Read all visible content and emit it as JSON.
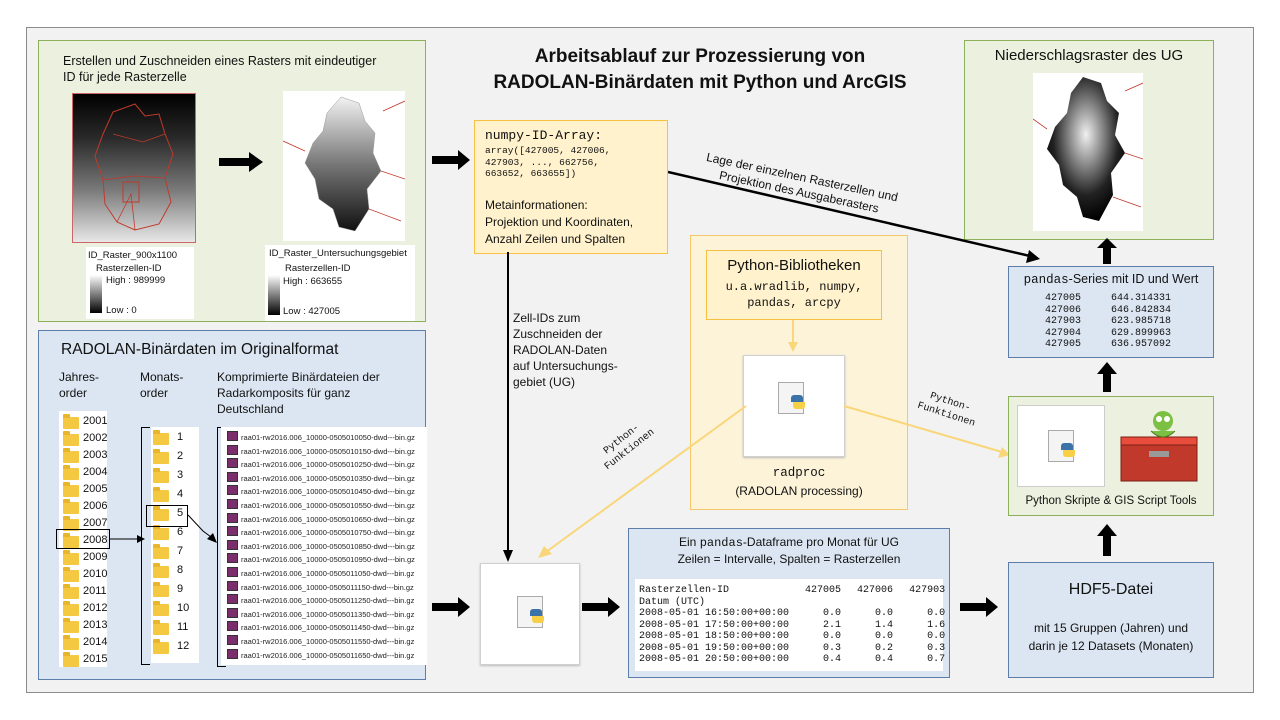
{
  "main_title": {
    "line1": "Arbeitsablauf zur Prozessierung von",
    "line2": "RADOLAN-Binärdaten mit Python und ArcGIS"
  },
  "raster_box": {
    "title_line1": "Erstellen und Zuschneiden eines Rasters mit eindeutiger",
    "title_line2": "ID für jede Rasterzelle",
    "legend1": {
      "name": "ID_Raster_900x1100",
      "field": "Rasterzellen-ID",
      "high": "High : 989999",
      "low": "Low : 0"
    },
    "legend2": {
      "name": "ID_Raster_Untersuchungsgebiet",
      "field": "Rasterzellen-ID",
      "high": "High : 663655",
      "low": "Low : 427005"
    }
  },
  "numpy_box": {
    "title": "numpy-ID-Array:",
    "code_lines": [
      "array([427005, 427006,",
      "427903, ..., 662756,",
      "663652, 663655])"
    ],
    "meta_lines": [
      "Metainformationen:",
      "Projektion und Koordinaten,",
      "Anzahl Zeilen und Spalten"
    ]
  },
  "niederschlag_box": {
    "title": "Niederschlagsraster des UG"
  },
  "lage_label": {
    "line1": "Lage der einzelnen Rasterzellen und",
    "line2": "Projektion des Ausgaberasters"
  },
  "series_box": {
    "title_code": "pandas",
    "title_rest": "-Series mit ID und Wert",
    "rows": [
      {
        "id": "427005",
        "value": "644.314331"
      },
      {
        "id": "427006",
        "value": "646.842834"
      },
      {
        "id": "427903",
        "value": "623.985718"
      },
      {
        "id": "427904",
        "value": "629.899963"
      },
      {
        "id": "427905",
        "value": "636.957092"
      }
    ]
  },
  "original_box": {
    "title": "RADOLAN-Binärdaten im Originalformat",
    "col1_header": [
      "Jahres-",
      "order"
    ],
    "col2_header": [
      "Monats-",
      "order"
    ],
    "col3_header": [
      "Komprimierte Binärdateien der",
      "Radarkomposits für ganz",
      "Deutschland"
    ],
    "years": [
      "2001",
      "2002",
      "2003",
      "2004",
      "2005",
      "2006",
      "2007",
      "2008",
      "2009",
      "2010",
      "2011",
      "2012",
      "2013",
      "2014",
      "2015"
    ],
    "months": [
      "1",
      "2",
      "3",
      "4",
      "5",
      "6",
      "7",
      "8",
      "9",
      "10",
      "11",
      "12"
    ],
    "files": [
      "raa01-rw2016.006_10000-0505010050-dwd---bin.gz",
      "raa01-rw2016.006_10000-0505010150-dwd---bin.gz",
      "raa01-rw2016.006_10000-0505010250-dwd---bin.gz",
      "raa01-rw2016.006_10000-0505010350-dwd---bin.gz",
      "raa01-rw2016.006_10000-0505010450-dwd---bin.gz",
      "raa01-rw2016.006_10000-0505010550-dwd---bin.gz",
      "raa01-rw2016.006_10000-0505010650-dwd---bin.gz",
      "raa01-rw2016.006_10000-0505010750-dwd---bin.gz",
      "raa01-rw2016.006_10000-0505010850-dwd---bin.gz",
      "raa01-rw2016.006_10000-0505010950-dwd---bin.gz",
      "raa01-rw2016.006_10000-0505011050-dwd---bin.gz",
      "raa01-rw2016.006_10000-0505011150-dwd---bin.gz",
      "raa01-rw2016.006_10000-0505011250-dwd---bin.gz",
      "raa01-rw2016.006_10000-0505011350-dwd---bin.gz",
      "raa01-rw2016.006_10000-0505011450-dwd---bin.gz",
      "raa01-rw2016.006_10000-0505011550-dwd---bin.gz",
      "raa01-rw2016.006_10000-0505011650-dwd---bin.gz"
    ]
  },
  "zell_label": [
    "Zell-IDs zum",
    "Zuschneiden der",
    "RADOLAN-Daten",
    "auf Untersuchungs-",
    "gebiet (UG)"
  ],
  "python_lib_box": {
    "title": "Python-Bibliotheken",
    "lines": [
      "u.a.wradlib, numpy,",
      "pandas, arcpy"
    ]
  },
  "radproc": {
    "name": "radproc",
    "desc": "(RADOLAN processing)"
  },
  "python_funktionen_left": [
    "Python-",
    "Funktionen"
  ],
  "python_funktionen_right": [
    "Python-",
    "Funktionen"
  ],
  "tools_box": {
    "label": "Python Skripte & GIS Script Tools"
  },
  "dataframe_box": {
    "title_prefix": "Ein ",
    "title_code": "pandas",
    "title_rest": "-Dataframe pro Monat für UG",
    "subtitle": "Zeilen = Intervalle, Spalten = Rasterzellen",
    "header": [
      "Rasterzellen-ID",
      "427005",
      "427006",
      "427903"
    ],
    "index_name": "Datum (UTC)",
    "rows": [
      [
        "2008-05-01 16:50:00+00:00",
        "0.0",
        "0.0",
        "0.0"
      ],
      [
        "2008-05-01 17:50:00+00:00",
        "2.1",
        "1.4",
        "1.6"
      ],
      [
        "2008-05-01 18:50:00+00:00",
        "0.0",
        "0.0",
        "0.0"
      ],
      [
        "2008-05-01 19:50:00+00:00",
        "0.3",
        "0.2",
        "0.3"
      ],
      [
        "2008-05-01 20:50:00+00:00",
        "0.4",
        "0.4",
        "0.7"
      ]
    ]
  },
  "hdf5_box": {
    "title": "HDF5-Datei",
    "lines": [
      "mit 15 Gruppen (Jahren) und",
      "darin je 12 Datasets (Monaten)"
    ]
  },
  "colors": {
    "green_border": "#8db05a",
    "green_fill": "#ebf1de",
    "blue_border": "#5b7faa",
    "blue_fill": "#dce6f2",
    "yellow_border": "#f6c142",
    "yellow_fill": "#fff2cc",
    "arrow_black": "#000000",
    "arrow_yellow": "#f9d67a"
  }
}
